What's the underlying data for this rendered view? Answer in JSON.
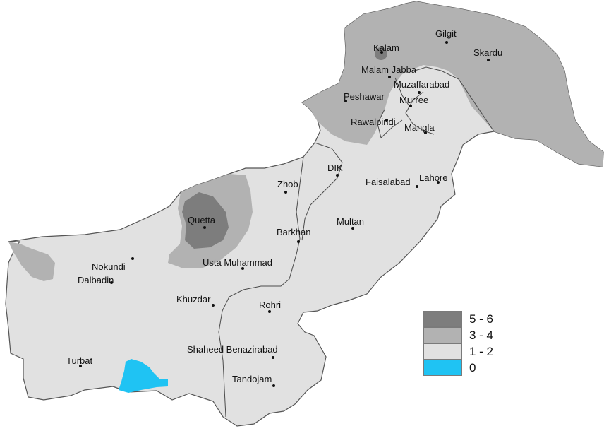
{
  "map": {
    "classes": [
      {
        "label": "5 - 6",
        "color": "#7d7d7d"
      },
      {
        "label": "3 - 4",
        "color": "#b2b2b2"
      },
      {
        "label": "1 - 2",
        "color": "#e1e1e1"
      },
      {
        "label": "0",
        "color": "#1fc3f3"
      }
    ],
    "cities": [
      {
        "name": "Gilgit"
      },
      {
        "name": "Skardu"
      },
      {
        "name": "Kalam"
      },
      {
        "name": "Malam Jabba"
      },
      {
        "name": "Muzaffarabad"
      },
      {
        "name": "Peshawar"
      },
      {
        "name": "Murree"
      },
      {
        "name": "Rawalpindi"
      },
      {
        "name": "Mangla"
      },
      {
        "name": "DIK"
      },
      {
        "name": "Zhob"
      },
      {
        "name": "Faisalabad"
      },
      {
        "name": "Lahore"
      },
      {
        "name": "Quetta"
      },
      {
        "name": "Multan"
      },
      {
        "name": "Barkhan"
      },
      {
        "name": "Usta Muhammad"
      },
      {
        "name": "Nokundi"
      },
      {
        "name": "Dalbadin"
      },
      {
        "name": "Khuzdar"
      },
      {
        "name": "Rohri"
      },
      {
        "name": "Shaheed Benazirabad"
      },
      {
        "name": "Turbat"
      },
      {
        "name": "Tandojam"
      }
    ]
  }
}
